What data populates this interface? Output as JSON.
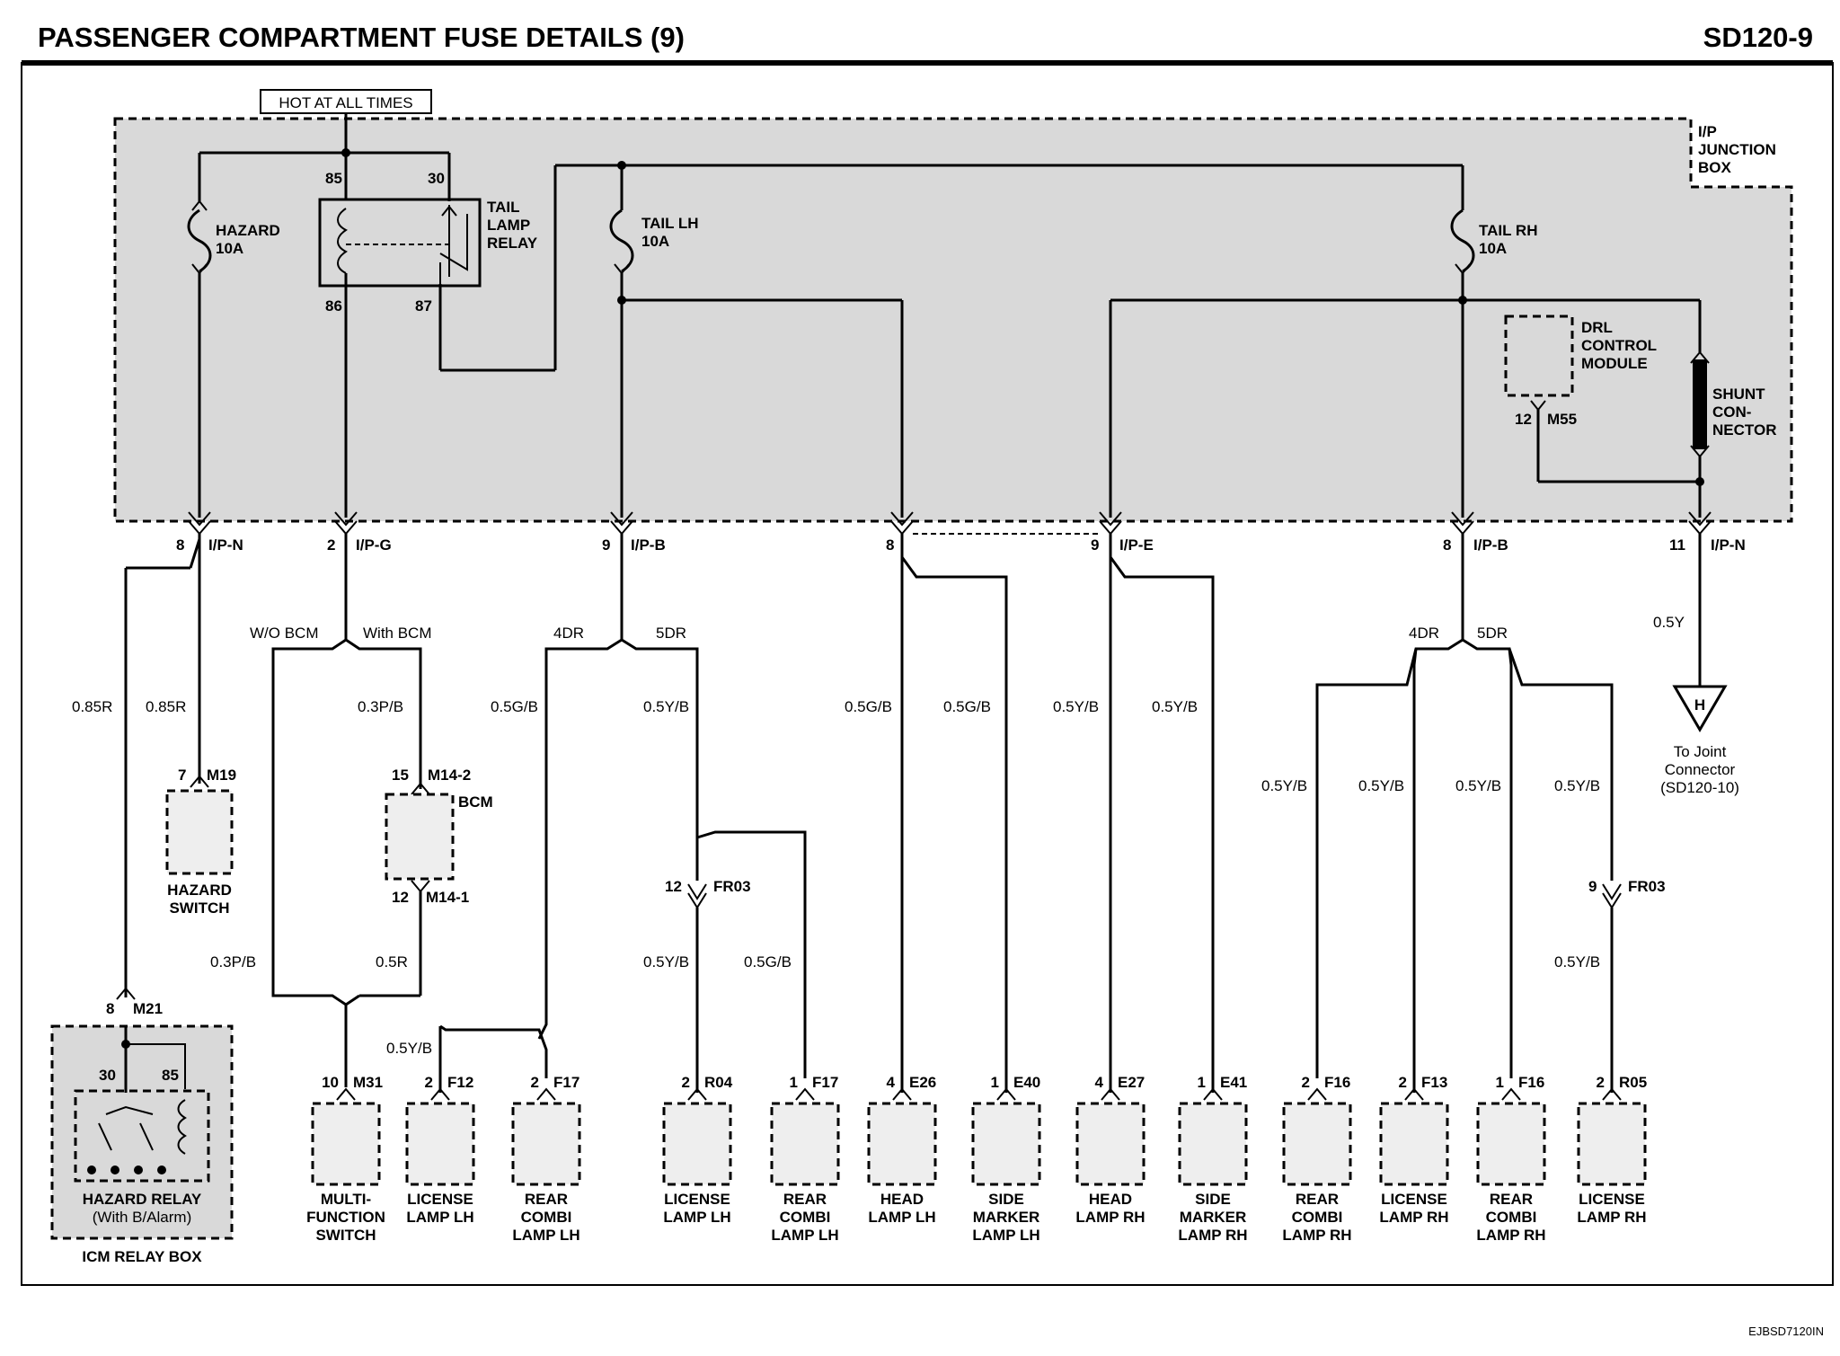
{
  "header": {
    "title": "PASSENGER COMPARTMENT FUSE DETAILS (9)",
    "code": "SD120-9"
  },
  "junction_box": {
    "hot_label": "HOT AT ALL TIMES",
    "name_lines": [
      "I/P",
      "JUNCTION",
      "BOX"
    ],
    "fuse_hazard": [
      "HAZARD",
      "10A"
    ],
    "fuse_tail_lh": [
      "TAIL LH",
      "10A"
    ],
    "fuse_tail_rh": [
      "TAIL RH",
      "10A"
    ],
    "relay_lines": [
      "TAIL",
      "LAMP",
      "RELAY"
    ],
    "relay_pins": [
      "85",
      "30",
      "86",
      "87"
    ],
    "drl_lines": [
      "DRL",
      "CONTROL",
      "MODULE"
    ],
    "drl_pin": "12",
    "drl_conn": "M55",
    "shunt_lines": [
      "SHUNT",
      "CON-",
      "NECTOR"
    ]
  },
  "connectors": [
    {
      "pin": "8",
      "name": "I/P-N"
    },
    {
      "pin": "2",
      "name": "I/P-G"
    },
    {
      "pin": "9",
      "name": "I/P-B"
    },
    {
      "pin": "8",
      "name": ""
    },
    {
      "pin": "9",
      "name": "I/P-E"
    },
    {
      "pin": "8",
      "name": "I/P-B"
    },
    {
      "pin": "11",
      "name": "I/P-N"
    }
  ],
  "branches": {
    "wo_bcm": "W/O BCM",
    "with_bcm": "With BCM",
    "dr4": "4DR",
    "dr5": "5DR"
  },
  "wires": {
    "w085r_a": "0.85R",
    "w085r_b": "0.85R",
    "w03pb_a": "0.3P/B",
    "w03pb_b": "0.3P/B",
    "w05r": "0.5R",
    "w05gb_a": "0.5G/B",
    "w05yb_a": "0.5Y/B",
    "w05yb_b": "0.5Y/B",
    "w05gb_b": "0.5G/B",
    "w05yb_c": "0.5Y/B",
    "w05gb_c": "0.5G/B",
    "w05gb_d": "0.5G/B",
    "w05yb_d": "0.5Y/B",
    "w05yb_e": "0.5Y/B",
    "w05yb_f": "0.5Y/B",
    "w05yb_g": "0.5Y/B",
    "w05yb_h": "0.5Y/B",
    "w05yb_i": "0.5Y/B",
    "w05yb_j": "0.5Y/B",
    "w05y": "0.5Y"
  },
  "hazard_switch": {
    "pin": "7",
    "conn": "M19",
    "lines": [
      "HAZARD",
      "SWITCH"
    ]
  },
  "bcm": {
    "pin_top": "15",
    "conn_top": "M14-2",
    "label": "BCM",
    "pin_bot": "12",
    "conn_bot": "M14-1"
  },
  "fr03_left": {
    "pin": "12",
    "conn": "FR03"
  },
  "fr03_right": {
    "pin": "9",
    "conn": "FR03"
  },
  "joint": {
    "letter": "H",
    "lines": [
      "To Joint",
      "Connector",
      "(SD120-10)"
    ]
  },
  "icm": {
    "pin": "8",
    "conn": "M21",
    "pin30": "30",
    "pin85": "85",
    "relay_lines": [
      "HAZARD RELAY",
      "(With B/Alarm)"
    ],
    "box_label": "ICM RELAY BOX"
  },
  "components": [
    {
      "pin": "10",
      "conn": "M31",
      "lines": [
        "MULTI-",
        "FUNCTION",
        "SWITCH"
      ]
    },
    {
      "pin": "2",
      "conn": "F12",
      "lines": [
        "LICENSE",
        "LAMP LH"
      ]
    },
    {
      "pin": "2",
      "conn": "F17",
      "lines": [
        "REAR",
        "COMBI",
        "LAMP LH"
      ]
    },
    {
      "pin": "2",
      "conn": "R04",
      "lines": [
        "LICENSE",
        "LAMP LH"
      ]
    },
    {
      "pin": "1",
      "conn": "F17",
      "lines": [
        "REAR",
        "COMBI",
        "LAMP LH"
      ]
    },
    {
      "pin": "4",
      "conn": "E26",
      "lines": [
        "HEAD",
        "LAMP LH"
      ]
    },
    {
      "pin": "1",
      "conn": "E40",
      "lines": [
        "SIDE",
        "MARKER",
        "LAMP LH"
      ]
    },
    {
      "pin": "4",
      "conn": "E27",
      "lines": [
        "HEAD",
        "LAMP RH"
      ]
    },
    {
      "pin": "1",
      "conn": "E41",
      "lines": [
        "SIDE",
        "MARKER",
        "LAMP RH"
      ]
    },
    {
      "pin": "2",
      "conn": "F16",
      "lines": [
        "REAR",
        "COMBI",
        "LAMP RH"
      ]
    },
    {
      "pin": "2",
      "conn": "F13",
      "lines": [
        "LICENSE",
        "LAMP RH"
      ]
    },
    {
      "pin": "1",
      "conn": "F16",
      "lines": [
        "REAR",
        "COMBI",
        "LAMP RH"
      ]
    },
    {
      "pin": "2",
      "conn": "R05",
      "lines": [
        "LICENSE",
        "LAMP RH"
      ]
    }
  ],
  "footer_code": "EJBSD7120IN"
}
